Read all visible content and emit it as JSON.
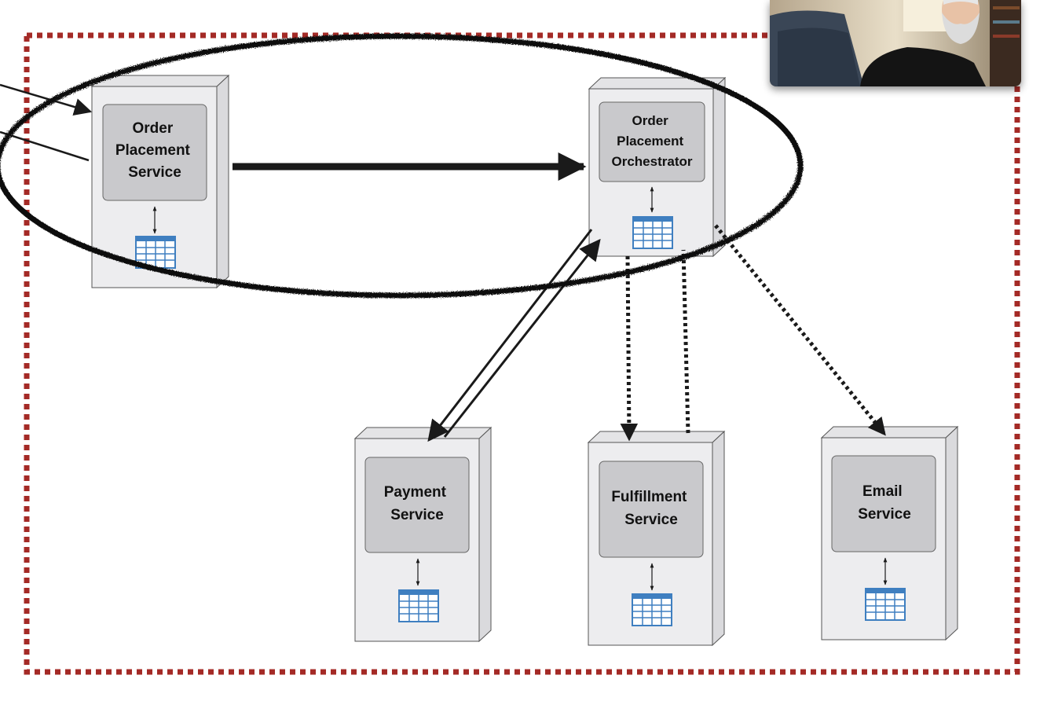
{
  "services": {
    "order_placement": {
      "lines": [
        "Order",
        "Placement",
        "Service"
      ]
    },
    "orchestrator": {
      "lines": [
        "Order",
        "Placement",
        "Orchestrator"
      ]
    },
    "payment": {
      "lines": [
        "Payment",
        "Service"
      ]
    },
    "fulfillment": {
      "lines": [
        "Fulfillment",
        "Service"
      ]
    },
    "email": {
      "lines": [
        "Email",
        "Service"
      ]
    }
  },
  "colors": {
    "boundary": "#a42a26",
    "box_face": "#ededef",
    "box_side": "#dadadd",
    "inner_panel": "#c9c9cc",
    "table_blue": "#3f7fc0",
    "arrow": "#1a1a1a",
    "ellipse": "#111111"
  },
  "webcam": {
    "icon": "presenter-video-icon"
  }
}
